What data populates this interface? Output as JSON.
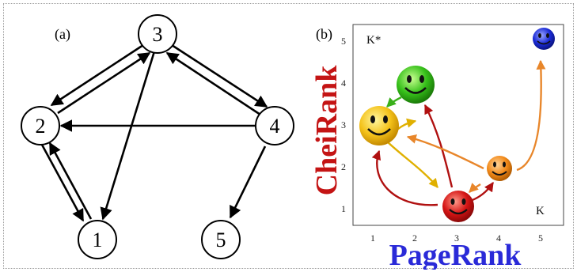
{
  "panel_a": {
    "label": "(a)",
    "nodes": [
      "1",
      "2",
      "3",
      "4",
      "5"
    ]
  },
  "panel_b": {
    "label": "(b)",
    "x_axis_title": "PageRank",
    "y_axis_title": "CheiRank",
    "x_ticks": [
      "1",
      "2",
      "3",
      "4",
      "5"
    ],
    "y_ticks": [
      "1",
      "2",
      "3",
      "4",
      "5"
    ],
    "corner_top_left": "K*",
    "corner_bottom_right": "K",
    "faces": [
      {
        "color": "#f4c21a",
        "x": 1,
        "y": 3
      },
      {
        "color": "#36c01a",
        "x": 2,
        "y": 4
      },
      {
        "color": "#1a2ad6",
        "x": 5,
        "y": 5
      },
      {
        "color": "#f28a1a",
        "x": 4,
        "y": 2
      },
      {
        "color": "#d41414",
        "x": 3,
        "y": 1
      }
    ]
  }
}
